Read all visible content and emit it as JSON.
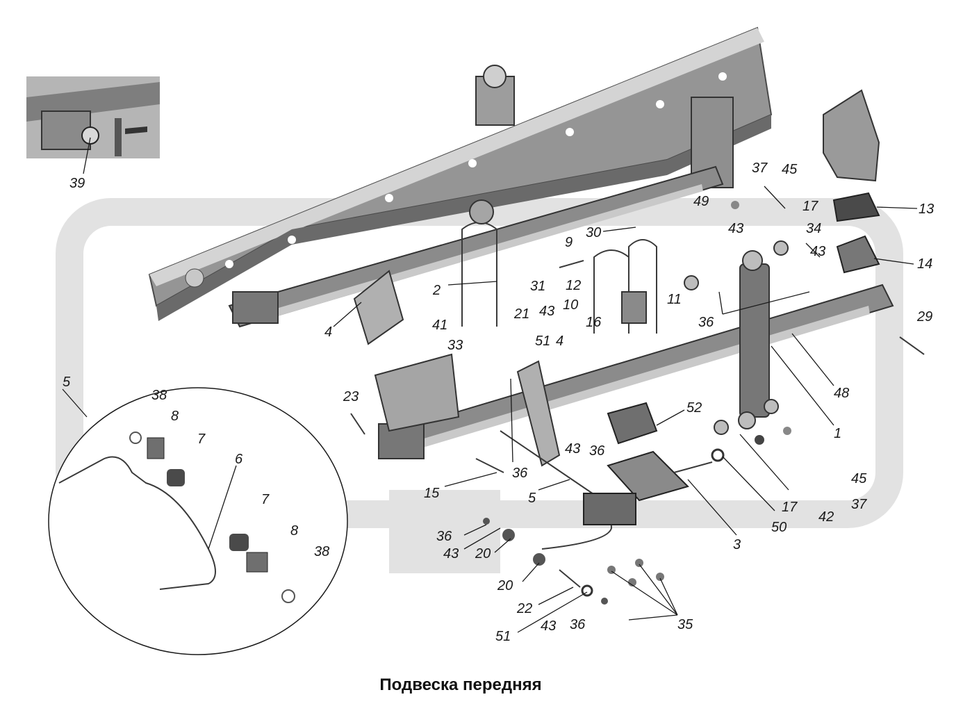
{
  "caption": "Подвеска передняя",
  "callouts": {
    "c39": "39",
    "c37a": "37",
    "c45a": "45",
    "c49": "49",
    "c17a": "17",
    "c13": "13",
    "c30": "30",
    "c9": "9",
    "c43a": "43",
    "c34": "34",
    "c43b": "43",
    "c14": "14",
    "c2": "2",
    "c31": "31",
    "c12": "12",
    "c10": "10",
    "c11": "11",
    "c36a": "36",
    "c4a": "4",
    "c21": "21",
    "c43c": "43",
    "c16": "16",
    "c29": "29",
    "c41": "41",
    "c33": "33",
    "c51a": "51",
    "c4b": "4",
    "c48": "48",
    "c5a": "5",
    "c38a": "38",
    "c8a": "8",
    "c23": "23",
    "c52": "52",
    "c1": "1",
    "c7a": "7",
    "c6": "6",
    "c43d": "43",
    "c36b": "36",
    "c45b": "45",
    "c36c": "36",
    "c15": "15",
    "c5b": "5",
    "c17b": "17",
    "c37b": "37",
    "c42": "42",
    "c7b": "7",
    "c50": "50",
    "c8b": "8",
    "c38b": "38",
    "c36d": "36",
    "c43e": "43",
    "c20a": "20",
    "c3": "3",
    "c20b": "20",
    "c22": "22",
    "c51b": "51",
    "c43f": "43",
    "c36e": "36",
    "c35": "35"
  },
  "colors": {
    "ink": "#1a1a1a",
    "frame": "#8c8c8c",
    "frame_dark": "#5a5a5a",
    "watermark": "#e2e2e2",
    "rubber": "#4a4a4a"
  }
}
